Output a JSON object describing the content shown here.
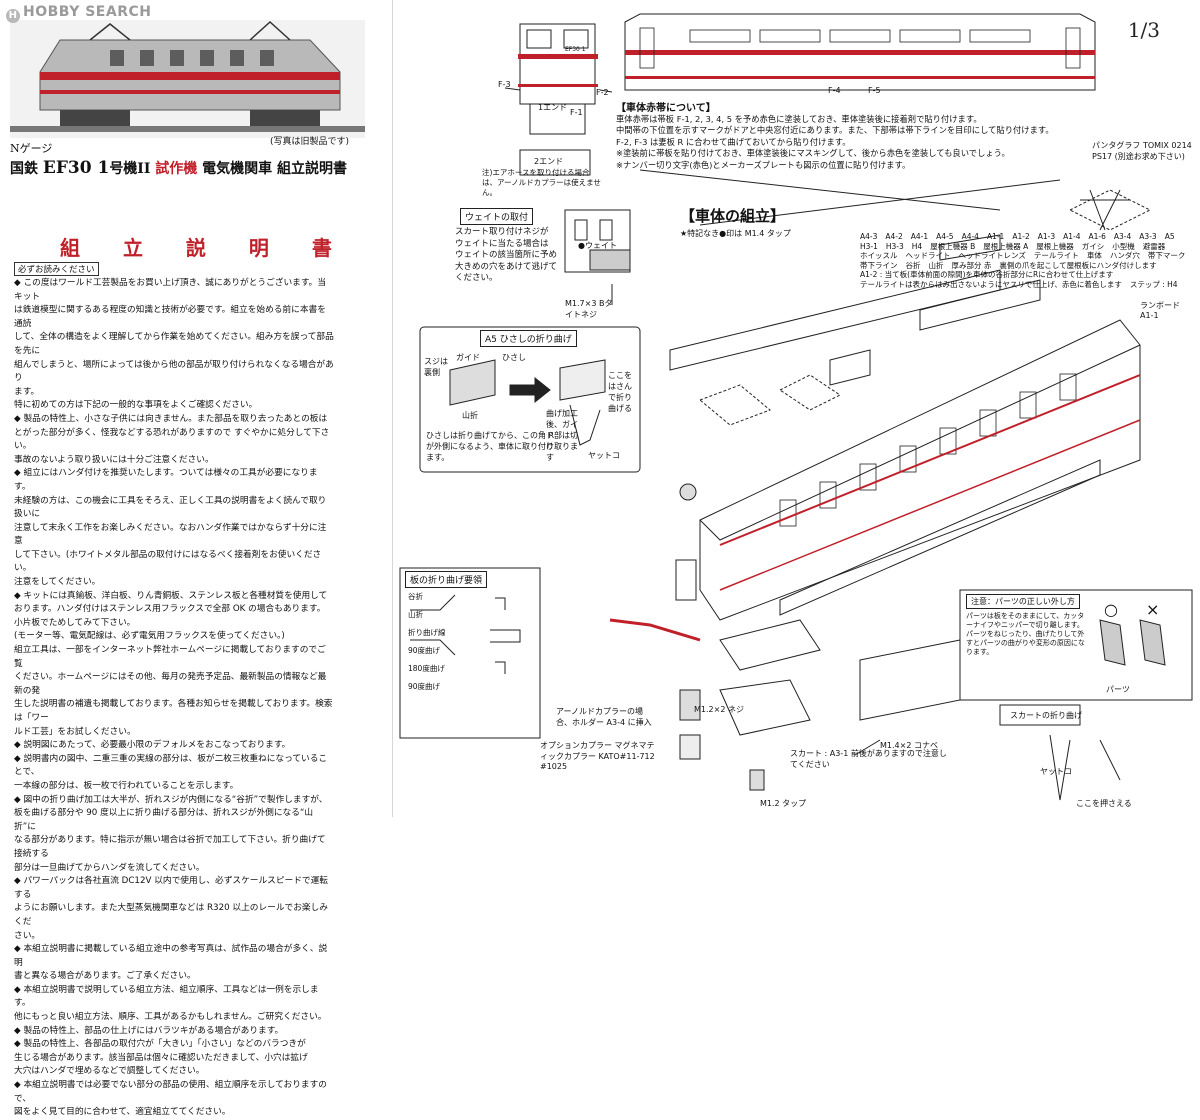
{
  "watermark": "HOBBY SEARCH",
  "page_number": "1/3",
  "photo_caption": "(写真は旧製品です)",
  "gauge_label": "Nゲージ",
  "title": {
    "prefix": "国鉄",
    "model": "EF30 1",
    "suffix": "号機II",
    "red_part": "試作機",
    "rest": "電気機関車 組立説明書"
  },
  "assembly_heading": "組 立 説 明 書",
  "notice_label": "必ずお読みください",
  "instructions": [
    "◆ この度はワールド工芸製品をお買い上げ頂き、誠にありがとうございます。当キット",
    "は鉄道模型に関するある程度の知識と技術が必要です。組立を始める前に本書を通読",
    "して、全体の構造をよく理解してから作業を始めてください。組み方を誤って部品を先に",
    "組んでしまうと、場所によっては後から他の部品が取り付けられなくなる場合があり",
    "ます。",
    "特に初めての方は下記の一般的な事項をよくご確認ください。",
    "◆ 製品の特性上、小さな子供には向きません。また部品を取り去ったあとの板は",
    "とがった部分が多く、怪我などする恐れがありますので すぐやかに処分して下さい。",
    "事故のないよう取り扱いには十分ご注意ください。",
    "◆ 組立にはハンダ付けを推奨いたします。ついては様々の工具が必要になります。",
    "未経験の方は、この機会に工具をそろえ、正しく工具の説明書をよく読んで取り扱いに",
    "注意して末永く工作をお楽しみください。なおハンダ作業ではかならず十分に注意",
    "して下さい。(ホワイトメタル部品の取付けにはなるべく接着剤をお使いください。",
    "注意をしてください。",
    "◆ キットには真鍮板、洋白板、りん青銅板、ステンレス板と各種材質を使用して",
    "おります。ハンダ付けはステンレス用フラックスで全部 OK の場合もあります。",
    "小片板でためしてみて下さい。",
    "(モーター等、電気配線は、必ず電気用フラックスを使ってください。)",
    "組立工具は、一部をインターネット弊社ホームページに掲載しておりますのでご覧",
    "ください。ホームページにはその他、毎月の発売予定品、最新製品の情報など最新の発",
    "生した説明書の補遺も掲載しております。各種お知らせを掲載しております。検索は「ワー",
    "ルド工芸」をお試しください。",
    "◆ 説明図にあたって、必要最小限のデフォルメをおこなっております。",
    "◆ 説明書内の図中、二重三重の実線の部分は、板が二枚三枚重ねになっていることで、",
    "一本線の部分は、板一枚で行われていることを示します。",
    "◆ 図中の折り曲げ加工は大半が、折れスジが内側になる“谷折”で製作しますが、",
    "板を曲げる部分や 90 度以上に折り曲げる部分は、折れスジが外側になる“山折”に",
    "なる部分があります。特に指示が無い場合は谷折で加工して下さい。折り曲げて接続する",
    "部分は一旦曲げてからハンダを流してください。",
    "◆ パワーパックは各社直流 DC12V 以内で使用し、必ずスケールスピードで運転する",
    "ようにお願いします。また大型蒸気機関車などは R320 以上のレールでお楽しみくだ",
    "さい。",
    "◆ 本組立説明書に掲載している組立途中の参考写真は、試作品の場合が多く、説明",
    "書と異なる場合があります。ご了承ください。",
    "◆ 本組立説明書で説明している組立方法、組立順序、工具などは一例を示します。",
    "他にもっと良い組立方法、順序、工具があるかもしれません。ご研究ください。",
    "◆ 製品の特性上、部品の仕上げにはバラツキがある場合があります。",
    "◆ 製品の特性上、各部品の取付穴が「大きい」「小さい」などのバラつきが",
    "生じる場合があります。該当部品は個々に確認いただきまして、小穴は拡げ",
    "大穴はハンダで埋めるなどで調整してください。",
    "◆ 本組立説明書では必要でない部分の部品の使用、組立順序を示しておりますので、",
    "図をよく見て目的に合わせて、適宜組立ててください。"
  ],
  "stripe_section": {
    "heading": "【車体赤帯について】",
    "lines": [
      "車体赤帯は帯板 F-1, 2, 3, 4, 5 を予め赤色に塗装しておき、車体塗装後に接着剤で貼り付けます。",
      "中間帯の下位置を示すマークがドアと中央窓付近にあります。また、下部帯は帯下ラインを目印にして貼り付けます。",
      "F-2, F-3 は妻板 R に合わせて曲げておいてから貼り付けます。",
      "※塗装前に帯板を貼り付けておき、車体塗装後にマスキングして、後から赤色を塗装しても良いでしょう。",
      "※ナンバー切り文字(赤色)とメーカーズプレートも図示の位置に貼り付けます。"
    ]
  },
  "front_labels": {
    "f1": "F-1",
    "f2": "F-2",
    "f3": "F-3",
    "f4": "F-4",
    "f5": "F-5",
    "end1": "1エンド",
    "end2": "2エンド",
    "number": "EF30 1"
  },
  "end_note": "注)エアホースを取り付ける場合は、アーノルドカプラーは使えません。",
  "weight_section": {
    "heading": "ウェイトの取付",
    "text": [
      "スカート取り付けネジが",
      "ウェイトに当たる場合は",
      "ウェイトの該当箇所に予め",
      "大きめの穴をあけて逃げて",
      "ください。"
    ],
    "weight_label": "●ウェイト",
    "screw_label": "M1.7×3 Bタイトネジ"
  },
  "visor_section": {
    "heading": "A5 ひさしの折り曲げ",
    "guide": "ガイド",
    "visor": "ひさし",
    "groove": "スジは裏側",
    "mountain": "山折",
    "hold": "ここをはさんで折り曲げる",
    "after": "曲げ加工後、ガイド部は切り取ります",
    "note": "ひさしは折り曲げてから、この角 R が外側になるよう、車体に取り付けます。",
    "pliers": "ヤットコ"
  },
  "body_assembly": {
    "heading": "【車体の組立】",
    "note": "★特記なき●印は M1.4 タップ",
    "pantograph": "パンタグラフ TOMIX 0214 PS17 (別途お求め下さい)",
    "runboard": "ランボード A1-1",
    "labels": [
      "A4-3",
      "A4-2",
      "A4-1",
      "A4-5",
      "A4-4",
      "A1-1",
      "A1-2",
      "A1-3",
      "A1-4",
      "A1-6",
      "A3-4",
      "A3-3",
      "A5",
      "H3-1",
      "H3-3",
      "H4"
    ],
    "parts": [
      "屋根上機器 B",
      "屋根上機器 A",
      "屋根上機器",
      "ガイシ",
      "小型機",
      "避雷器",
      "ホイッスル",
      "ヘッドライト",
      "ヘッドライトレンズ",
      "テールライト",
      "車体",
      "ハンダ穴",
      "帯下マーク",
      "帯下ライン",
      "谷折",
      "山折",
      "厚み部分 赤",
      "裏側の爪を起こして屋根板にハンダ付けします",
      "A1-2 : 当て板(車体前面の隙間)を車体の谷折部分にRに合わせて仕上げます",
      "テールライトは表からはみ出さないようにヤスリで仕上げ、赤色に着色します",
      "ステップ : H4"
    ],
    "skirt": "スカート : A3-1 前後がありますので注意してください",
    "screw": "M1.4×2 コナベ",
    "coupler": "オプションカプラー マグネマティックカプラー KATO#11-712 #1025",
    "arnold": "アーノルドカプラーの場合、ホルダー A3-4 に挿入",
    "tap": "M1.2 タップ",
    "screw2": "M1.2×2 ネジ"
  },
  "bend_section": {
    "heading": "板の折り曲げ要領",
    "labels": [
      "谷折",
      "山折",
      "折り曲げ線",
      "90度曲げ",
      "180度曲げ",
      "90度曲げ"
    ]
  },
  "note_box": {
    "heading": "注意：パーツの正しい外し方",
    "text": "パーツは板をそのままにして、カッターナイフやニッパーで切り離します。パーツをねじったり、曲げたりして外すとパーツの曲がりや変形の原因になります。",
    "good": "○",
    "bad": "×",
    "parts": "パーツ"
  },
  "skirt_section": {
    "heading": "スカートの折り曲げ",
    "pliers": "ヤットコ",
    "hold": "ここを押さえる"
  },
  "colors": {
    "accent": "#c0202a",
    "ink": "#111111",
    "gray": "#888888"
  }
}
